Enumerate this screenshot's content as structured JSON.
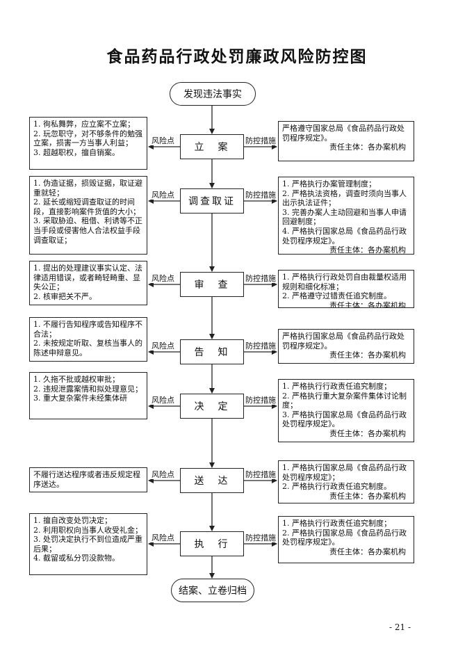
{
  "title": "食品药品行政处罚廉政风险防控图",
  "start": "发现违法事实",
  "end": "结案、立卷归档",
  "labels": {
    "risk": "风险点",
    "measure": "防控措施"
  },
  "steps": [
    {
      "name": "立　案",
      "risks": [
        "1. 徇私舞弊，应立案不立案；",
        "2. 玩忽职守，对不够条件的勉强立案，损害一方当事人利益；",
        "3. 超越职权，擅自销案。"
      ],
      "measures": [
        "严格遵守国家总局《食品药品行政处罚程序规定》。"
      ],
      "responsible": "责任主体：各办案机构"
    },
    {
      "name": "调查取证",
      "risks": [
        "1. 伪造证据，损毁证据，取证避重就轻；",
        "2. 延长或缩短调查取证的时间段，直接影响案件货值的大小；",
        "3. 采取胁迫、租借、利诱等不正当手段或侵害他人合法权益手段调查取证；"
      ],
      "measures": [
        "1. 严格执行办案管理制度；",
        "2. 严格执法资格，调查时须向当事人出示执法证件；",
        "3. 完善办案人主动回避和当事人申请回避制度；",
        "4. 严格执行国家总局《食品药品行政处罚程序规定》。"
      ],
      "responsible": "责任主体：各办案机构"
    },
    {
      "name": "审　查",
      "risks": [
        "1. 提出的处理建议事实认定、法律适用错误，或者畸轻畸重、显失公正；",
        "2. 核审把关不严。"
      ],
      "measures": [
        "1. 严格执行行政处罚自由裁量权适用规则和细化标准；",
        "2. 严格遵守过错责任追究制度。"
      ],
      "responsible": "责任主体：各办案机构"
    },
    {
      "name": "告　知",
      "risks": [
        "1. 不履行告知程序或告知程序不合法；",
        "2. 未按规定听取、复核当事人的陈述申辩意见。"
      ],
      "measures": [
        "严格执行国家总局《食品药品行政处罚程序规定》。"
      ],
      "responsible": "责任主体：各办案机构"
    },
    {
      "name": "决　定",
      "risks": [
        "1. 久拖不批或越权审批；",
        "2. 违规泄露案情和拟处理意见；",
        "3. 重大复杂案件未经集体研"
      ],
      "measures": [
        "1. 严格执行行政责任追究制度；",
        "2. 严格执行重大复杂案件集体讨论制度；",
        "3. 严格执行国家总局《食品药品行政处罚程序规定》。"
      ],
      "responsible": "责任主体：各办案机构"
    },
    {
      "name": "送　达",
      "risks": [
        "不履行送达程序或者违反规定程序送达。"
      ],
      "measures": [
        "1. 严格执行国家总局《食品药品行政处罚程序规定》；",
        "2. 严格执行行政责任追究制度。"
      ],
      "responsible": "责任主体：各办案机构"
    },
    {
      "name": "执　行",
      "risks": [
        "1. 擅自改变处罚决定；",
        "2. 利用职权向当事人收受礼金；",
        "3. 处罚决定执行不到位造成严重后果；",
        "4. 截留或私分罚没款物。"
      ],
      "measures": [
        "1. 严格执行行政责任追究制度；",
        "2. 严格执行国家总局《食品药品行政处罚程序规定》。"
      ],
      "responsible": "责任主体：各办案机构"
    }
  ],
  "page_number": "- 21 -"
}
